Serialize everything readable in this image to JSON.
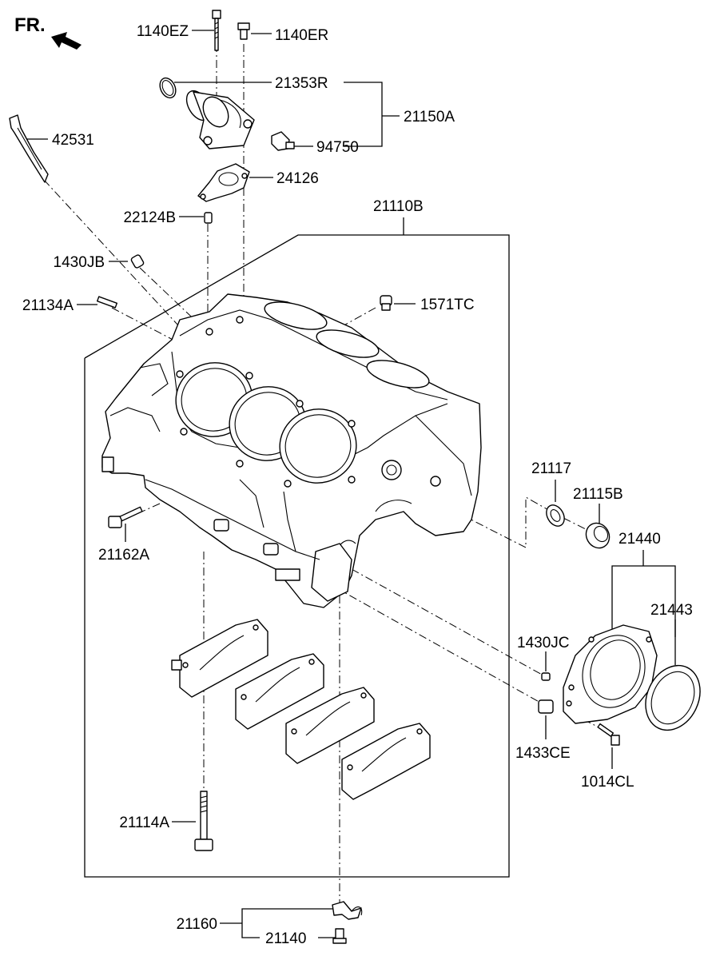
{
  "orientation": {
    "front_marker": "FR."
  },
  "parts": {
    "p1140EZ": "1140EZ",
    "p1140ER": "1140ER",
    "p21353R": "21353R",
    "p21150A": "21150A",
    "p42531": "42531",
    "p94750": "94750",
    "p24126": "24126",
    "p21110B": "21110B",
    "p22124B": "22124B",
    "p1430JB": "1430JB",
    "p21134A": "21134A",
    "p1571TC": "1571TC",
    "p21117": "21117",
    "p21115B": "21115B",
    "p21440": "21440",
    "p21162A": "21162A",
    "p21443": "21443",
    "p1430JC": "1430JC",
    "p1433CE": "1433CE",
    "p1014CL": "1014CL",
    "p21114A": "21114A",
    "p21160": "21160",
    "p21140": "21140"
  }
}
